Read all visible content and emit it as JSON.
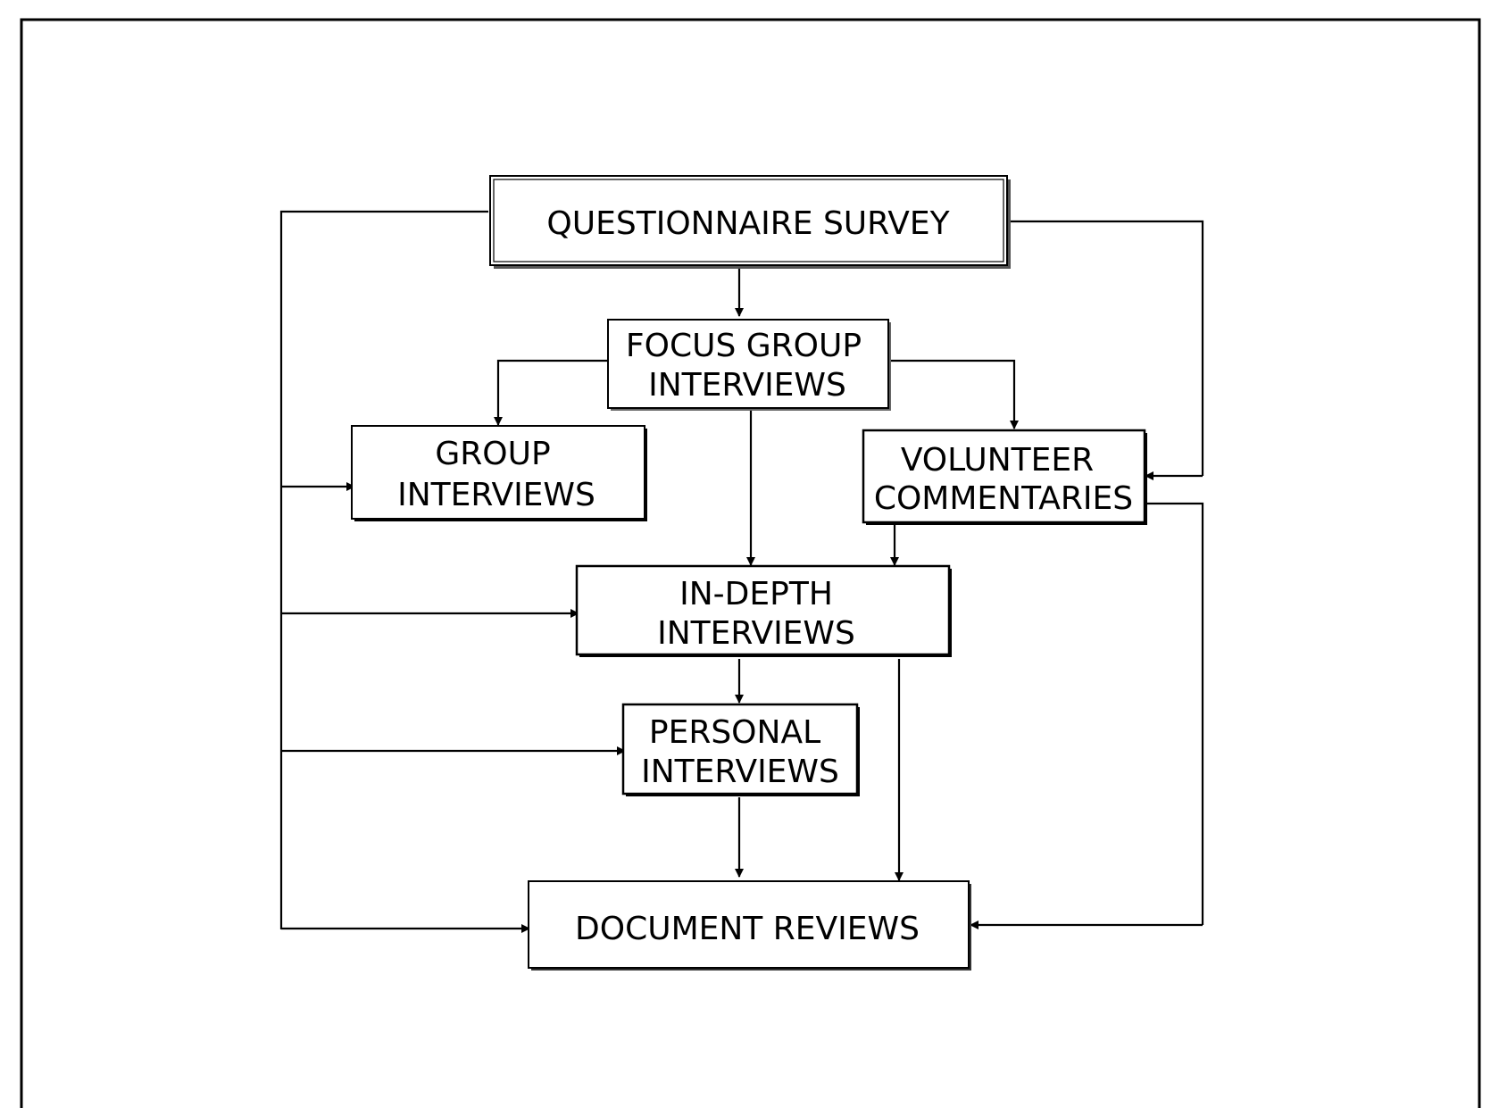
{
  "diagram": {
    "nodes": {
      "questionnaire": {
        "line1": "QUESTIONNAIRE SURVEY"
      },
      "focus": {
        "line1": "FOCUS GROUP",
        "line2": "INTERVIEWS"
      },
      "group": {
        "line1": "GROUP",
        "line2": "INTERVIEWS"
      },
      "volunteer": {
        "line1": "VOLUNTEER",
        "line2": "COMMENTARIES"
      },
      "indepth": {
        "line1": "IN-DEPTH",
        "line2": "INTERVIEWS"
      },
      "personal": {
        "line1": "PERSONAL",
        "line2": "INTERVIEWS"
      },
      "document": {
        "line1": "DOCUMENT REVIEWS"
      }
    },
    "edges": [
      {
        "from": "QUESTIONNAIRE SURVEY",
        "to": "FOCUS GROUP INTERVIEWS"
      },
      {
        "from": "FOCUS GROUP INTERVIEWS",
        "to": "GROUP INTERVIEWS"
      },
      {
        "from": "FOCUS GROUP INTERVIEWS",
        "to": "VOLUNTEER COMMENTARIES"
      },
      {
        "from": "FOCUS GROUP INTERVIEWS",
        "to": "IN-DEPTH INTERVIEWS"
      },
      {
        "from": "VOLUNTEER COMMENTARIES",
        "to": "IN-DEPTH INTERVIEWS"
      },
      {
        "from": "IN-DEPTH INTERVIEWS",
        "to": "PERSONAL INTERVIEWS"
      },
      {
        "from": "IN-DEPTH INTERVIEWS",
        "to": "DOCUMENT REVIEWS"
      },
      {
        "from": "PERSONAL INTERVIEWS",
        "to": "DOCUMENT REVIEWS"
      },
      {
        "from": "QUESTIONNAIRE SURVEY",
        "to": "GROUP INTERVIEWS"
      },
      {
        "from": "QUESTIONNAIRE SURVEY",
        "to": "IN-DEPTH INTERVIEWS"
      },
      {
        "from": "QUESTIONNAIRE SURVEY",
        "to": "PERSONAL INTERVIEWS"
      },
      {
        "from": "QUESTIONNAIRE SURVEY",
        "to": "DOCUMENT REVIEWS"
      },
      {
        "from": "QUESTIONNAIRE SURVEY",
        "to": "VOLUNTEER COMMENTARIES"
      },
      {
        "from": "VOLUNTEER COMMENTARIES",
        "to": "DOCUMENT REVIEWS"
      }
    ]
  },
  "colors": {
    "stroke": "#000000",
    "background": "#ffffff",
    "shadow": "#555555"
  }
}
